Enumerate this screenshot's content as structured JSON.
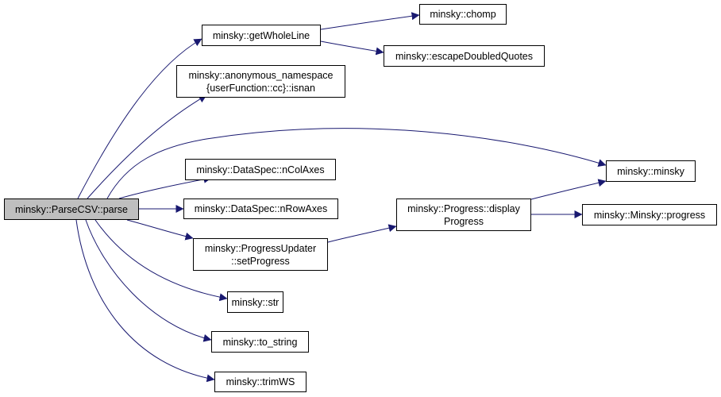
{
  "colors": {
    "edge": "#191970",
    "node_border": "#000000",
    "root_fill": "#bfbfbf",
    "node_fill": "#ffffff"
  },
  "nodes": {
    "parse": {
      "lines": [
        "minsky::ParseCSV::parse"
      ]
    },
    "getWholeLine": {
      "lines": [
        "minsky::getWholeLine"
      ]
    },
    "chomp": {
      "lines": [
        "minsky::chomp"
      ]
    },
    "escapeQuotes": {
      "lines": [
        "minsky::escapeDoubledQuotes"
      ]
    },
    "isnan": {
      "lines": [
        "minsky::anonymous_namespace",
        "{userFunction::cc}::isnan"
      ]
    },
    "minsky": {
      "lines": [
        "minsky::minsky"
      ]
    },
    "nColAxes": {
      "lines": [
        "minsky::DataSpec::nColAxes"
      ]
    },
    "nRowAxes": {
      "lines": [
        "minsky::DataSpec::nRowAxes"
      ]
    },
    "displayProgress": {
      "lines": [
        "minsky::Progress::display",
        "Progress"
      ]
    },
    "progress": {
      "lines": [
        "minsky::Minsky::progress"
      ]
    },
    "setProgress": {
      "lines": [
        "minsky::ProgressUpdater",
        "::setProgress"
      ]
    },
    "str": {
      "lines": [
        "minsky::str"
      ]
    },
    "to_string": {
      "lines": [
        "minsky::to_string"
      ]
    },
    "trimWS": {
      "lines": [
        "minsky::trimWS"
      ]
    }
  },
  "edges": [
    {
      "from": "parse",
      "to": "getWholeLine"
    },
    {
      "from": "getWholeLine",
      "to": "chomp"
    },
    {
      "from": "getWholeLine",
      "to": "escapeQuotes"
    },
    {
      "from": "parse",
      "to": "isnan"
    },
    {
      "from": "parse",
      "to": "minsky"
    },
    {
      "from": "parse",
      "to": "nColAxes"
    },
    {
      "from": "parse",
      "to": "nRowAxes"
    },
    {
      "from": "parse",
      "to": "setProgress"
    },
    {
      "from": "setProgress",
      "to": "displayProgress"
    },
    {
      "from": "displayProgress",
      "to": "minsky"
    },
    {
      "from": "displayProgress",
      "to": "progress"
    },
    {
      "from": "parse",
      "to": "str"
    },
    {
      "from": "parse",
      "to": "to_string"
    },
    {
      "from": "parse",
      "to": "trimWS"
    }
  ]
}
